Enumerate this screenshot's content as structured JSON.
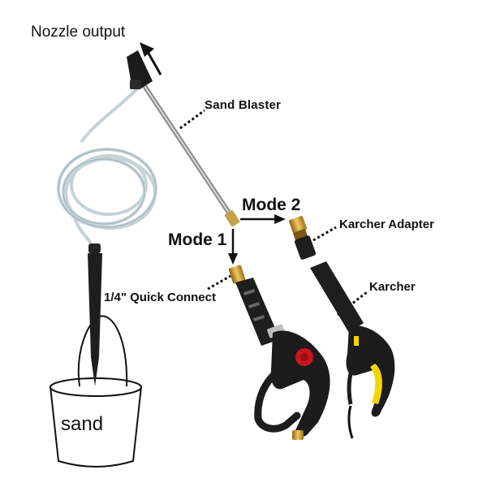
{
  "labels": {
    "nozzle_output": "Nozzle output",
    "sand_blaster": "Sand Blaster",
    "mode_2": "Mode 2",
    "mode_1": "Mode 1",
    "karcher_adapter": "Karcher Adapter",
    "karcher": "Karcher",
    "quick_connect": "1/4\" Quick Connect",
    "sand": "sand"
  },
  "colors": {
    "gun_body": "#1c1c1c",
    "trigger_red": "#c8161d",
    "karcher_yellow": "#f2d600",
    "brass": "#c99a2e",
    "lance_steel": "#a9a9a9",
    "hose": "#cfd8dc"
  }
}
